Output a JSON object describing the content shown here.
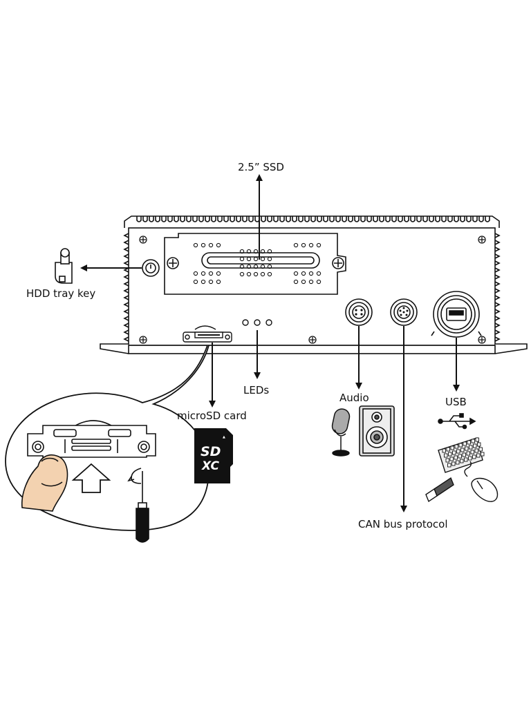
{
  "labels": {
    "ssd": "2.5” SSD",
    "hdd_tray_key": "HDD tray key",
    "leds": "LEDs",
    "microsd_card": "microSD card",
    "audio": "Audio",
    "usb": "USB",
    "can_bus": "CAN bus protocol"
  },
  "card_logo": {
    "line1": "SD",
    "line2": "XC"
  },
  "colors": {
    "ink": "#111111",
    "skin": "#f3d2b0",
    "panel": "#f5f5f5",
    "white": "#ffffff"
  },
  "icons": [
    "key-icon",
    "microphone-icon",
    "speaker-icon",
    "usb-symbol-icon",
    "keyboard-icon",
    "usb-drive-icon",
    "mouse-icon",
    "sdxc-card-icon",
    "hand-icon",
    "screwdriver-icon",
    "up-arrow-icon"
  ]
}
